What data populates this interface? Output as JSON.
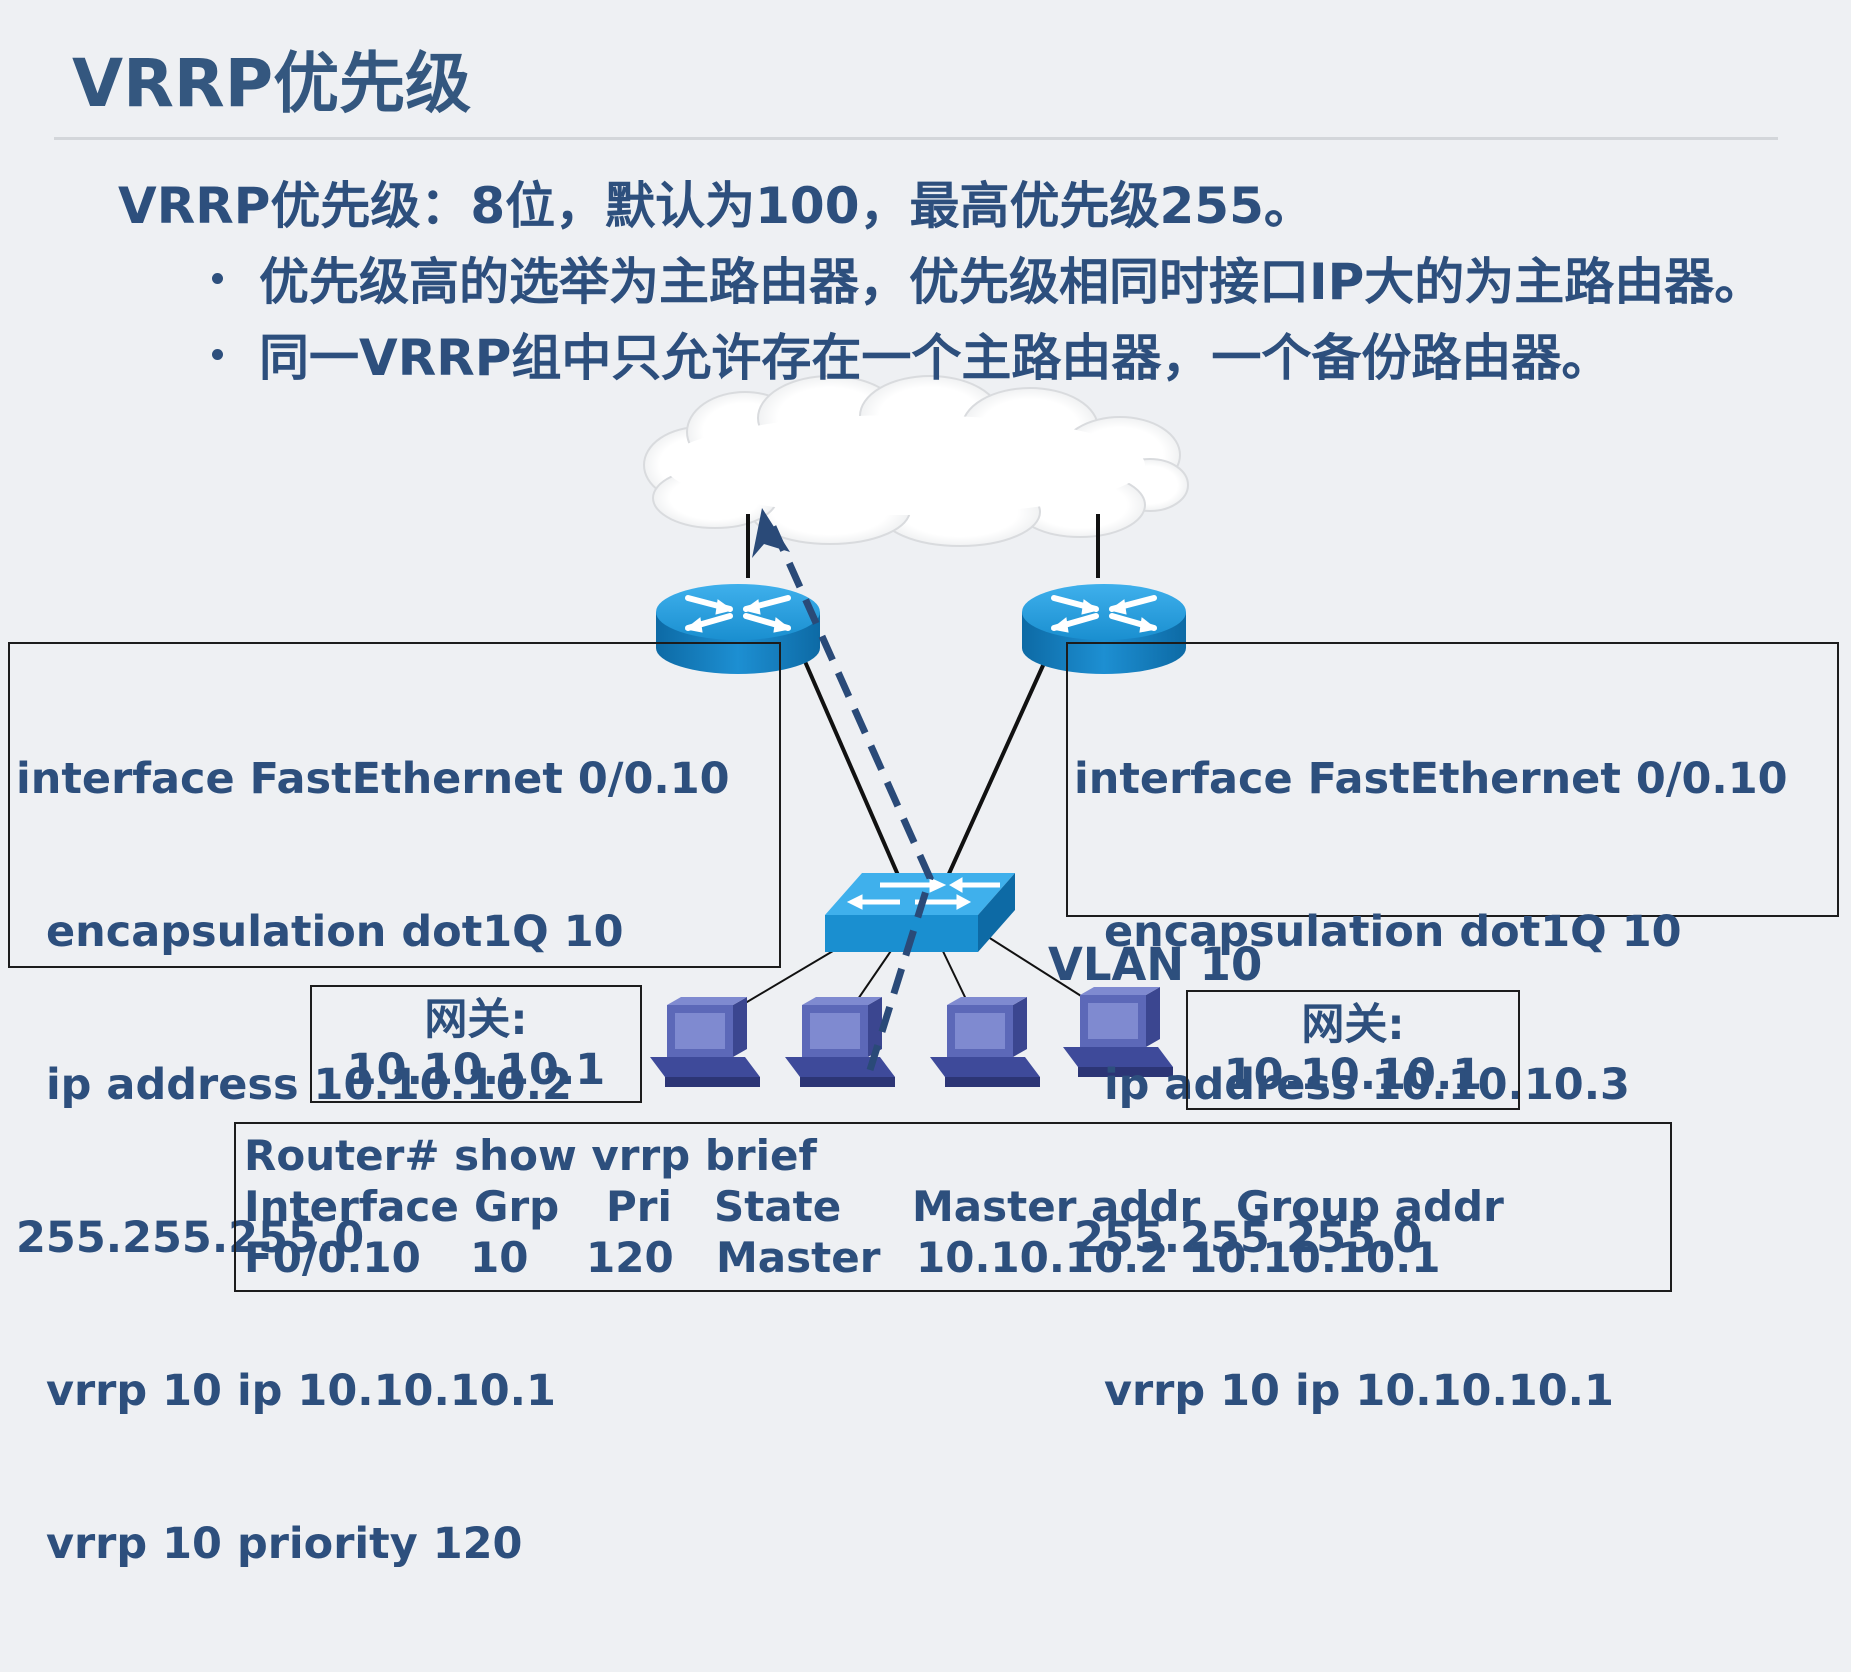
{
  "slide": {
    "title": "VRRP优先级",
    "main_point": "VRRP优先级：8位，默认为100，最高优先级255。",
    "bullets": [
      "优先级高的选举为主路由器，优先级相同时接口IP大的为主路由器。",
      "同一VRRP组中只允许存在一个主路由器，一个备份路由器。"
    ]
  },
  "left_config": {
    "lines": [
      "interface FastEthernet 0/0.10",
      "  encapsulation dot1Q 10",
      "  ip address 10.10.10.2",
      "255.255.255.0",
      "  vrrp 10 ip 10.10.10.1",
      "  vrrp 10 priority 120"
    ]
  },
  "right_config": {
    "lines": [
      "interface FastEthernet 0/0.10",
      "  encapsulation dot1Q 10",
      "  ip address 10.10.10.3",
      "255.255.255.0",
      "  vrrp 10 ip 10.10.10.1"
    ]
  },
  "left_gateway": {
    "label": "网关:",
    "ip": "10.10.10.1"
  },
  "right_gateway": {
    "label": "网关:",
    "ip": "10.10.10.1"
  },
  "vlan_label": "VLAN 10",
  "cli": {
    "command": "Router#  show vrrp brief",
    "headers": [
      "Interface",
      "Grp",
      "Pri",
      "State",
      "Master addr",
      "Group addr"
    ],
    "row": [
      "F0/0.10",
      "10",
      "120",
      "Master",
      "10.10.10.2",
      "10.10.10.1"
    ]
  },
  "colors": {
    "text": "#2d4f7d",
    "device_blue": "#1a8fd0",
    "pc_blue": "#4a55a8",
    "background": "#eef0f3"
  }
}
